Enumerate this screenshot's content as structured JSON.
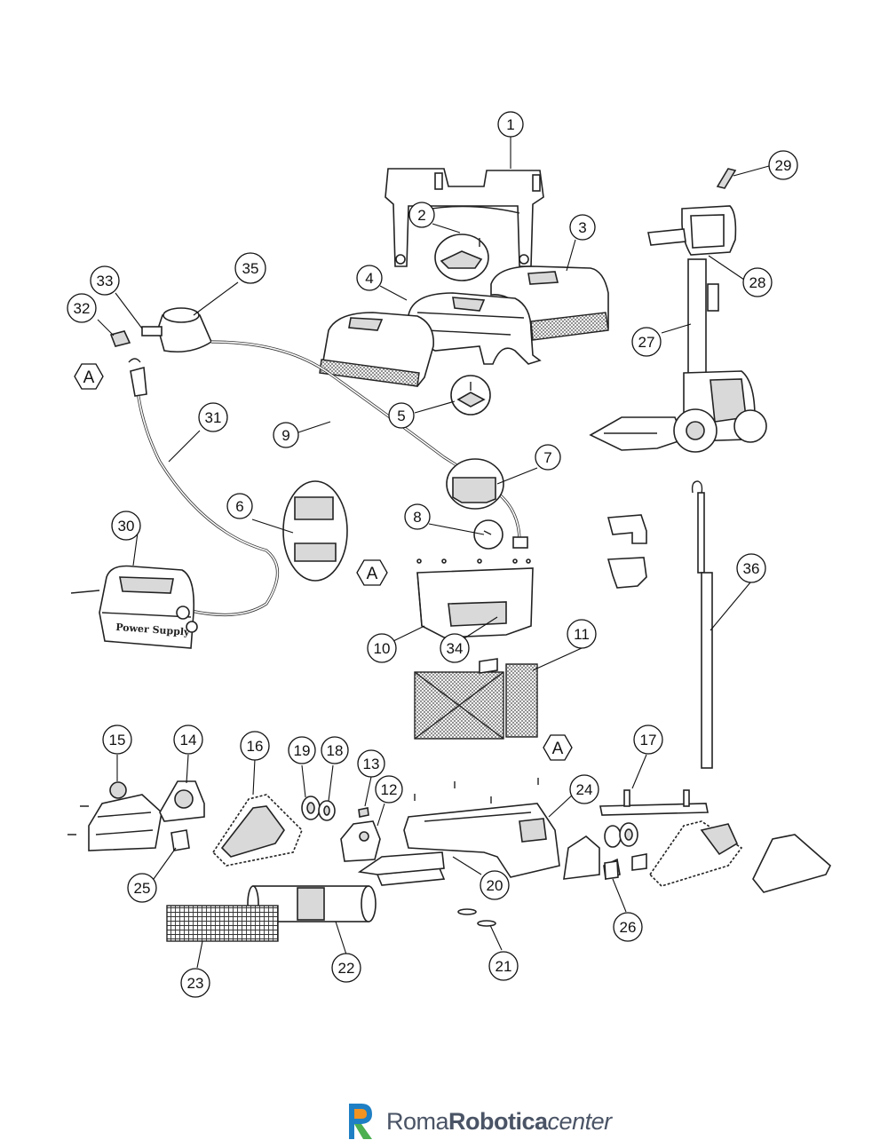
{
  "callouts": [
    "1",
    "2",
    "3",
    "4",
    "5",
    "6",
    "7",
    "8",
    "9",
    "10",
    "11",
    "12",
    "13",
    "14",
    "15",
    "16",
    "17",
    "18",
    "19",
    "20",
    "21",
    "22",
    "23",
    "24",
    "25",
    "26",
    "27",
    "28",
    "29",
    "30",
    "31",
    "32",
    "33",
    "34",
    "35",
    "36"
  ],
  "reference_marker": "A",
  "power_supply_label": "Power Supply",
  "brand": {
    "part1": "Roma",
    "part2": "Robotica",
    "part3": "center"
  },
  "colors": {
    "brand_blue": "#1f7fc4",
    "brand_green": "#4caf50",
    "brand_orange": "#f29322",
    "text": "#4a5466"
  }
}
